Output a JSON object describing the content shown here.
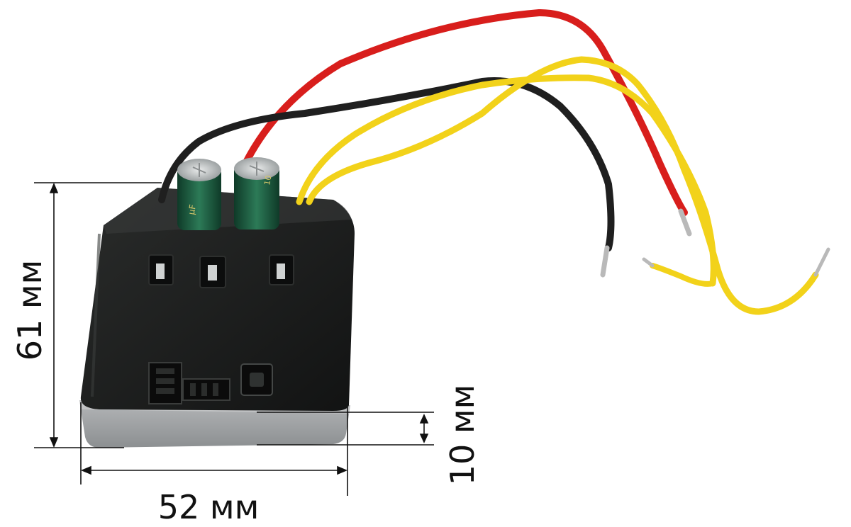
{
  "dimensions": {
    "height": "61 мм",
    "width": "52 мм",
    "depth": "10 мм"
  },
  "capacitor_marking": "10",
  "colors": {
    "board": "#1b1d1c",
    "base": "#9c9fa1",
    "wire_red": "#d81e1c",
    "wire_black": "#1f1f1f",
    "wire_yellow": "#f2d21a",
    "capacitor": "#1d5a40",
    "dimension_line": "#111111"
  },
  "icons": [
    "capacitor-icon",
    "terminal-icon",
    "button-icon",
    "connector-icon"
  ]
}
